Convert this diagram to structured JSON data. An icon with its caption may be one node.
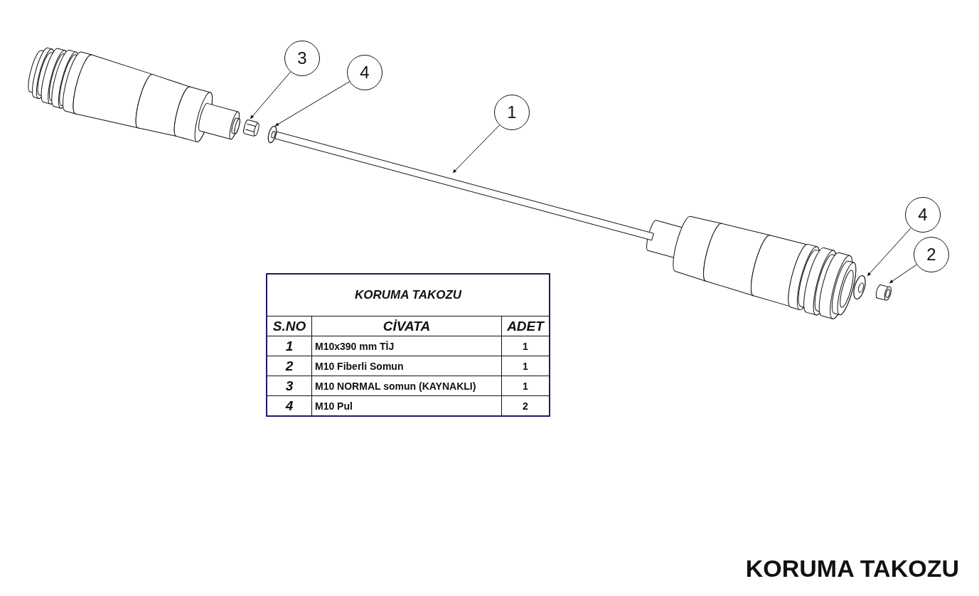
{
  "diagram": {
    "title": "KORUMA TAKOZU",
    "nodes": [
      {
        "text": [
          "3"
        ]
      },
      {
        "text": [
          "4"
        ]
      },
      {
        "text": [
          "1"
        ]
      },
      {
        "text": [],
        "shape": "picture"
      },
      {
        "text": [],
        "shape": "picture"
      },
      {
        "text": [],
        "shape": "picture"
      },
      {
        "text": [
          "4"
        ]
      },
      {
        "text": [
          "2"
        ]
      },
      {
        "text": [],
        "shape": "picture"
      },
      {
        "text": [],
        "shape": "picture"
      }
    ],
    "edges": [
      {
        "from": 0,
        "to": 3,
        "arrow": "to"
      },
      {
        "from": 1,
        "to": 4,
        "arrow": "to"
      },
      {
        "from": 2,
        "to": 5,
        "arrow": "to"
      },
      {
        "from": 6,
        "to": 8,
        "arrow": "to"
      },
      {
        "from": 7,
        "to": 9,
        "arrow": "to"
      }
    ],
    "labels": [
      "KORUMA TAKOZU",
      "S.NO",
      "CİVATA",
      "ADET",
      "1",
      "M10x390 mm TİJ",
      "1",
      "2",
      "M10 Fiberli Somun",
      "1",
      "3",
      "M10 NORMAL somun (KAYNAKLI)",
      "1",
      "4",
      "M10 Pul",
      "2"
    ]
  }
}
